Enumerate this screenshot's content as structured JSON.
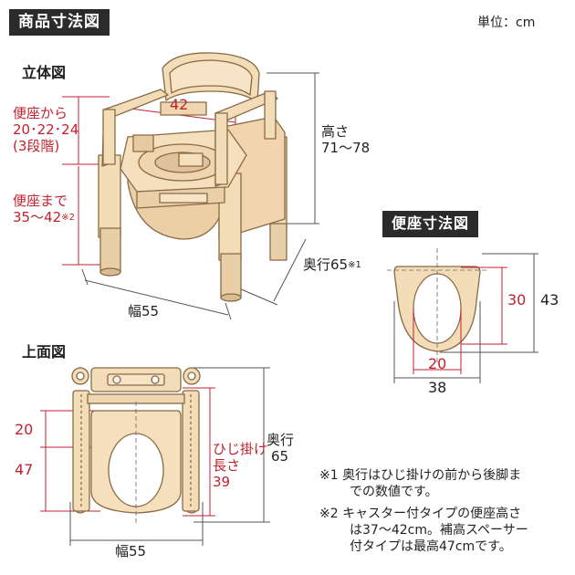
{
  "header": {
    "title": "商品寸法図",
    "unit": "単位：cm"
  },
  "sections": {
    "perspective": "立体図",
    "top": "上面図",
    "seat": "便座寸法図"
  },
  "perspective_labels": {
    "armrest_from_seat_1": "便座から",
    "armrest_from_seat_2": "20･22･24",
    "armrest_from_seat_3": "(3段階)",
    "seat_height_1": "便座まで",
    "seat_height_2": "35～42",
    "seat_height_note": "※2",
    "inner_width": "42",
    "height_1": "高さ",
    "height_2": "71～78",
    "depth": "奥行65",
    "depth_note": "※1",
    "width": "幅55"
  },
  "seat_labels": {
    "inner_height": "30",
    "outer_height": "43",
    "inner_width": "20",
    "outer_width": "38"
  },
  "top_labels": {
    "dim_20": "20",
    "dim_47": "47",
    "armrest_length_1": "ひじ掛け",
    "armrest_length_2": "長さ",
    "armrest_length_3": "39",
    "depth_1": "奥行",
    "depth_2": "65",
    "width": "幅55"
  },
  "notes": [
    {
      "mark": "※1",
      "text_1": "奥行はひじ掛けの前から後脚ま",
      "text_2": "での数値です。"
    },
    {
      "mark": "※2",
      "text_1": "キャスター付タイプの便座高さ",
      "text_2": "は37～42cm。補高スペーサー",
      "text_3": "付タイプは最高47cmです。"
    }
  ],
  "colors": {
    "accent_red": "#c0222e",
    "body_beige": "#f3dcb8",
    "body_outline": "#8a6a45",
    "header_bg": "#2b2b2b"
  }
}
